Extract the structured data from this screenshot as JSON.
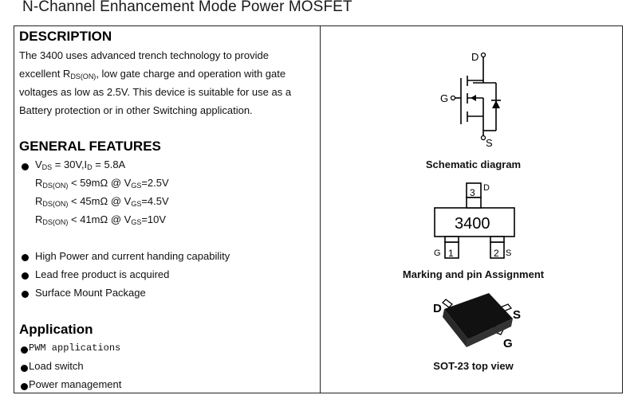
{
  "title": "N-Channel Enhancement Mode Power MOSFET",
  "description": {
    "heading": "DESCRIPTION",
    "lines": [
      "The 3400 uses advanced trench technology to provide",
      "excellent R",
      "DS(ON)",
      ", low gate charge and operation with gate",
      "voltages as low as 2.5V. This device is suitable for use as a",
      "Battery protection or in other Switching application."
    ]
  },
  "features": {
    "heading": "GENERAL FEATURES",
    "spec": {
      "v": "V",
      "ds": "DS",
      "v_val": " = 30V,I",
      "d": "D",
      "i_val": " = 5.8A",
      "r": "R",
      "dson": "DS(ON)",
      "vgs_v": " @ V",
      "gs": "GS",
      "r1": " < 59mΩ",
      "r1v": "=2.5V",
      "r2": " < 45mΩ",
      "r2v": "=4.5V",
      "r3": " < 41mΩ",
      "r3v": "=10V"
    },
    "items": [
      "High Power and current handing capability",
      "Lead free product is acquired",
      "Surface Mount Package"
    ]
  },
  "application": {
    "heading": "Application",
    "items": [
      "PWM applications",
      "Load switch",
      "Power management"
    ]
  },
  "right": {
    "schematic_caption": "Schematic diagram",
    "schematic_labels": {
      "d": "D",
      "g": "G",
      "s": "S"
    },
    "marking_caption": "Marking and pin Assignment",
    "marking": {
      "code": "3400",
      "pin3": "3",
      "pin1": "1",
      "pin2": "2",
      "d": "D",
      "g": "G",
      "s": "S"
    },
    "sot_caption": "SOT-23 top view",
    "sot_labels": {
      "d": "D",
      "s": "S",
      "g": "G"
    }
  }
}
